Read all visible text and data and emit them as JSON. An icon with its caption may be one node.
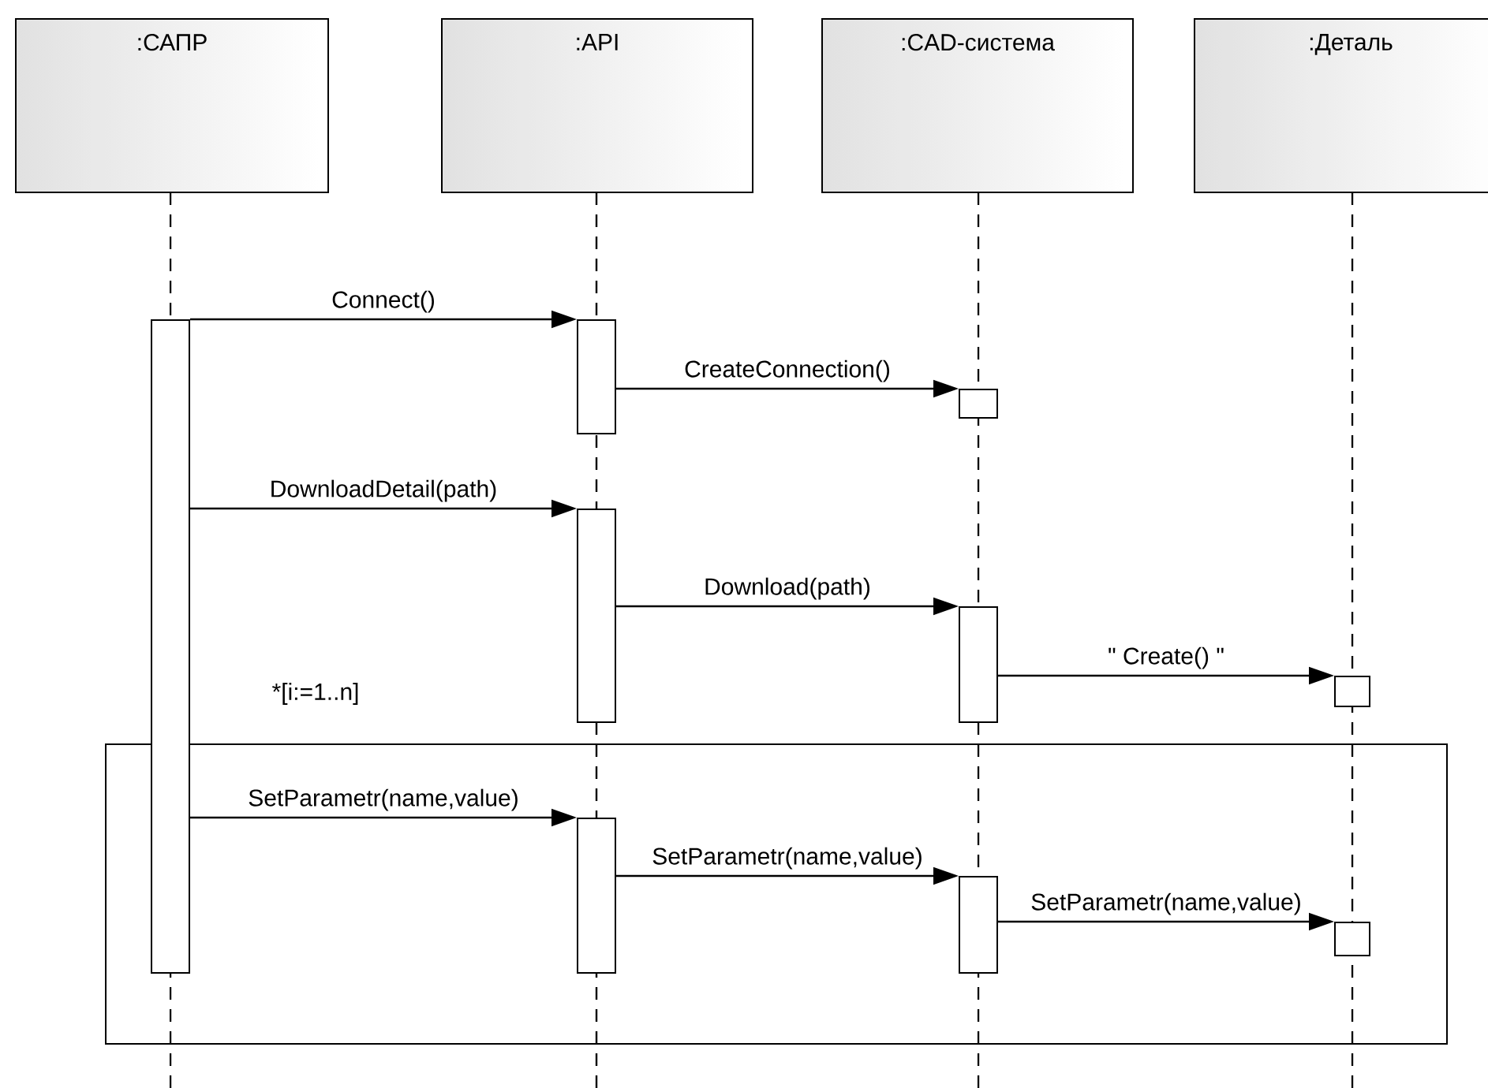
{
  "diagram": {
    "nodes": [
      {
        "text": [
          ":САПР"
        ]
      },
      {
        "text": [
          ":API"
        ]
      },
      {
        "text": [
          ":CAD-система"
        ]
      },
      {
        "text": [
          ":Деталь"
        ]
      },
      {
        "text": [],
        "shape": "bar"
      },
      {
        "text": [],
        "shape": "bar"
      },
      {
        "text": [],
        "shape": "bar"
      },
      {
        "text": [],
        "shape": "bar"
      },
      {
        "text": [],
        "shape": "bar"
      },
      {
        "text": [],
        "shape": "bar"
      },
      {
        "text": [
          "*[i:=1..n]"
        ]
      },
      {
        "text": [],
        "shape": "bar",
        "in": 10
      },
      {
        "text": [],
        "shape": "bar",
        "in": 10
      },
      {
        "text": [],
        "shape": "bar",
        "in": 10
      }
    ],
    "edges": [
      {
        "from": 4,
        "to": 5,
        "arrow": "to",
        "label": "Connect()"
      },
      {
        "from": 5,
        "to": 6,
        "arrow": "to",
        "label": "CreateConnection()"
      },
      {
        "from": 4,
        "to": 7,
        "arrow": "to",
        "label": "DownloadDetail(path)"
      },
      {
        "from": 7,
        "to": 8,
        "arrow": "to",
        "label": "Download(path)"
      },
      {
        "from": 8,
        "to": 9,
        "arrow": "to",
        "label": "\" Create() \""
      },
      {
        "from": 4,
        "to": 11,
        "arrow": "to",
        "label": "SetParametr(name,value)"
      },
      {
        "from": 11,
        "to": 12,
        "arrow": "to",
        "label": "SetParametr(name,value)"
      },
      {
        "from": 12,
        "to": 13,
        "arrow": "to",
        "label": "SetParametr(name,value)"
      }
    ]
  }
}
